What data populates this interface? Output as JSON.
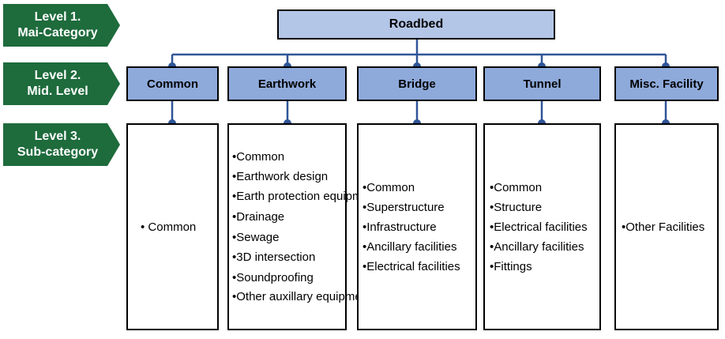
{
  "levels": [
    {
      "line1": "Level 1.",
      "line2": "Mai-Category"
    },
    {
      "line1": "Level 2.",
      "line2": "Mid. Level"
    },
    {
      "line1": "Level 3.",
      "line2": "Sub-category"
    }
  ],
  "root": {
    "label": "Roadbed"
  },
  "categories": [
    {
      "label": "Common",
      "items": [
        "• Common"
      ]
    },
    {
      "label": "Earthwork",
      "items": [
        "•Common",
        "•Earthwork design",
        "•Earth protection equipment",
        "•Drainage",
        "•Sewage",
        "•3D intersection",
        "•Soundproofing",
        "•Other auxillary equipment"
      ]
    },
    {
      "label": "Bridge",
      "items": [
        "•Common",
        "•Superstructure",
        "•Infrastructure",
        "•Ancillary facilities",
        "•Electrical facilities"
      ]
    },
    {
      "label": "Tunnel",
      "items": [
        "•Common",
        "•Structure",
        "•Electrical facilities",
        "•Ancillary facilities",
        "•Fittings"
      ]
    },
    {
      "label": "Misc. Facility",
      "items": [
        "•Other Facilities"
      ]
    }
  ],
  "colors": {
    "arrow": "#1e6b3c",
    "level1": "#b4c6e7",
    "level2": "#8eaadb",
    "connector": "#2f5597"
  }
}
